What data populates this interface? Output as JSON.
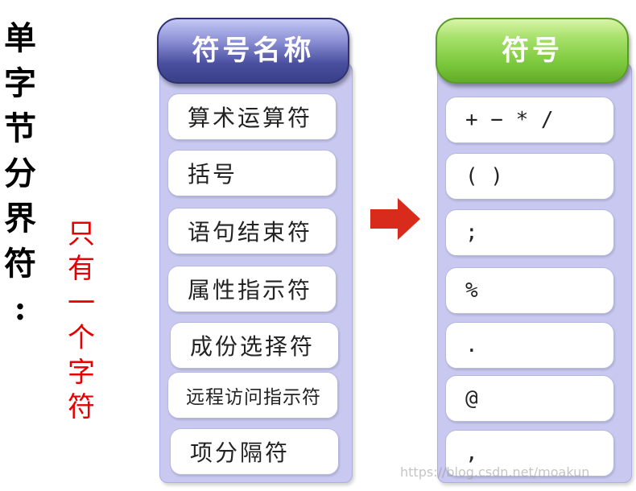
{
  "left_title": [
    "单",
    "字",
    "节",
    "分",
    "界",
    "符",
    ":"
  ],
  "left_note": [
    "只",
    "有",
    "一",
    "个",
    "字",
    "符"
  ],
  "names_column": {
    "header": "符号名称",
    "items": [
      "算术运算符",
      "括号",
      "语句结束符",
      "属性指示符",
      "成份选择符",
      "远程访问指示符",
      "项分隔符"
    ]
  },
  "symbols_column": {
    "header": "符号",
    "items": [
      "+ − * /",
      "( )",
      ";",
      "%",
      ".",
      "@",
      ","
    ]
  },
  "arrow": {
    "icon": "right-arrow-icon",
    "color": "#d92b1c"
  },
  "watermark": "https://blog.csdn.net/moakun",
  "colors": {
    "names_header": "#4a4f9f",
    "symbols_header": "#7cc83c",
    "panel": "#c8c8f0",
    "note": "#e60000"
  }
}
